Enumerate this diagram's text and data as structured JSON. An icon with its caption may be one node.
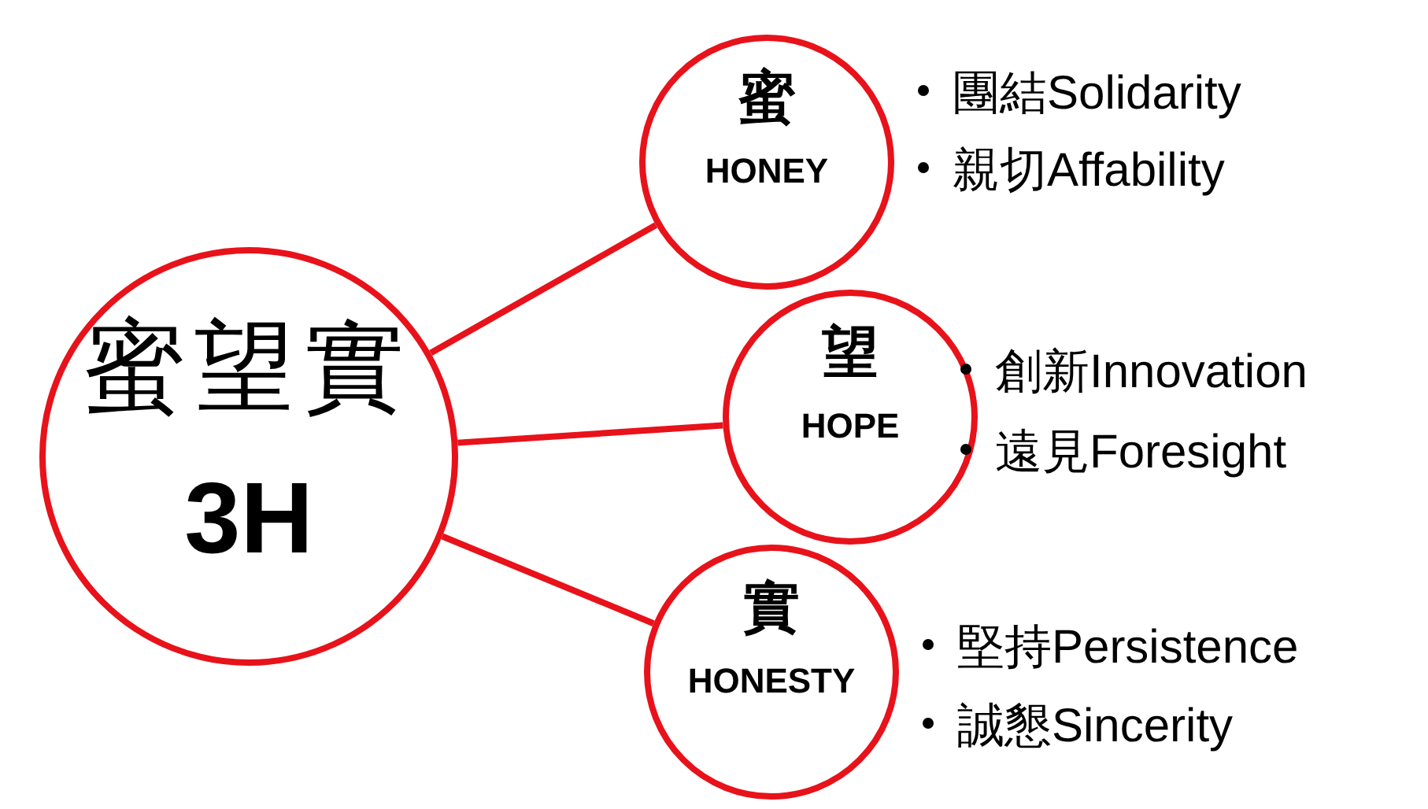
{
  "diagram": {
    "nodes": [
      {
        "text": [
          "蜜望實",
          "3H"
        ]
      },
      {
        "text": [
          "蜜",
          "HONEY"
        ],
        "beside": [
          "團結Solidarity",
          "親切Affability"
        ]
      },
      {
        "text": [
          "望",
          "HOPE"
        ],
        "beside": [
          "創新Innovation",
          "遠見Foresight"
        ]
      },
      {
        "text": [
          "實",
          "HONESTY"
        ],
        "beside": [
          "堅持Persistence",
          "誠懇Sincerity"
        ]
      }
    ],
    "edges": [
      {
        "from": 0,
        "to": 1,
        "arrow": "none"
      },
      {
        "from": 0,
        "to": 2,
        "arrow": "none"
      },
      {
        "from": 0,
        "to": 3,
        "arrow": "none"
      }
    ]
  }
}
